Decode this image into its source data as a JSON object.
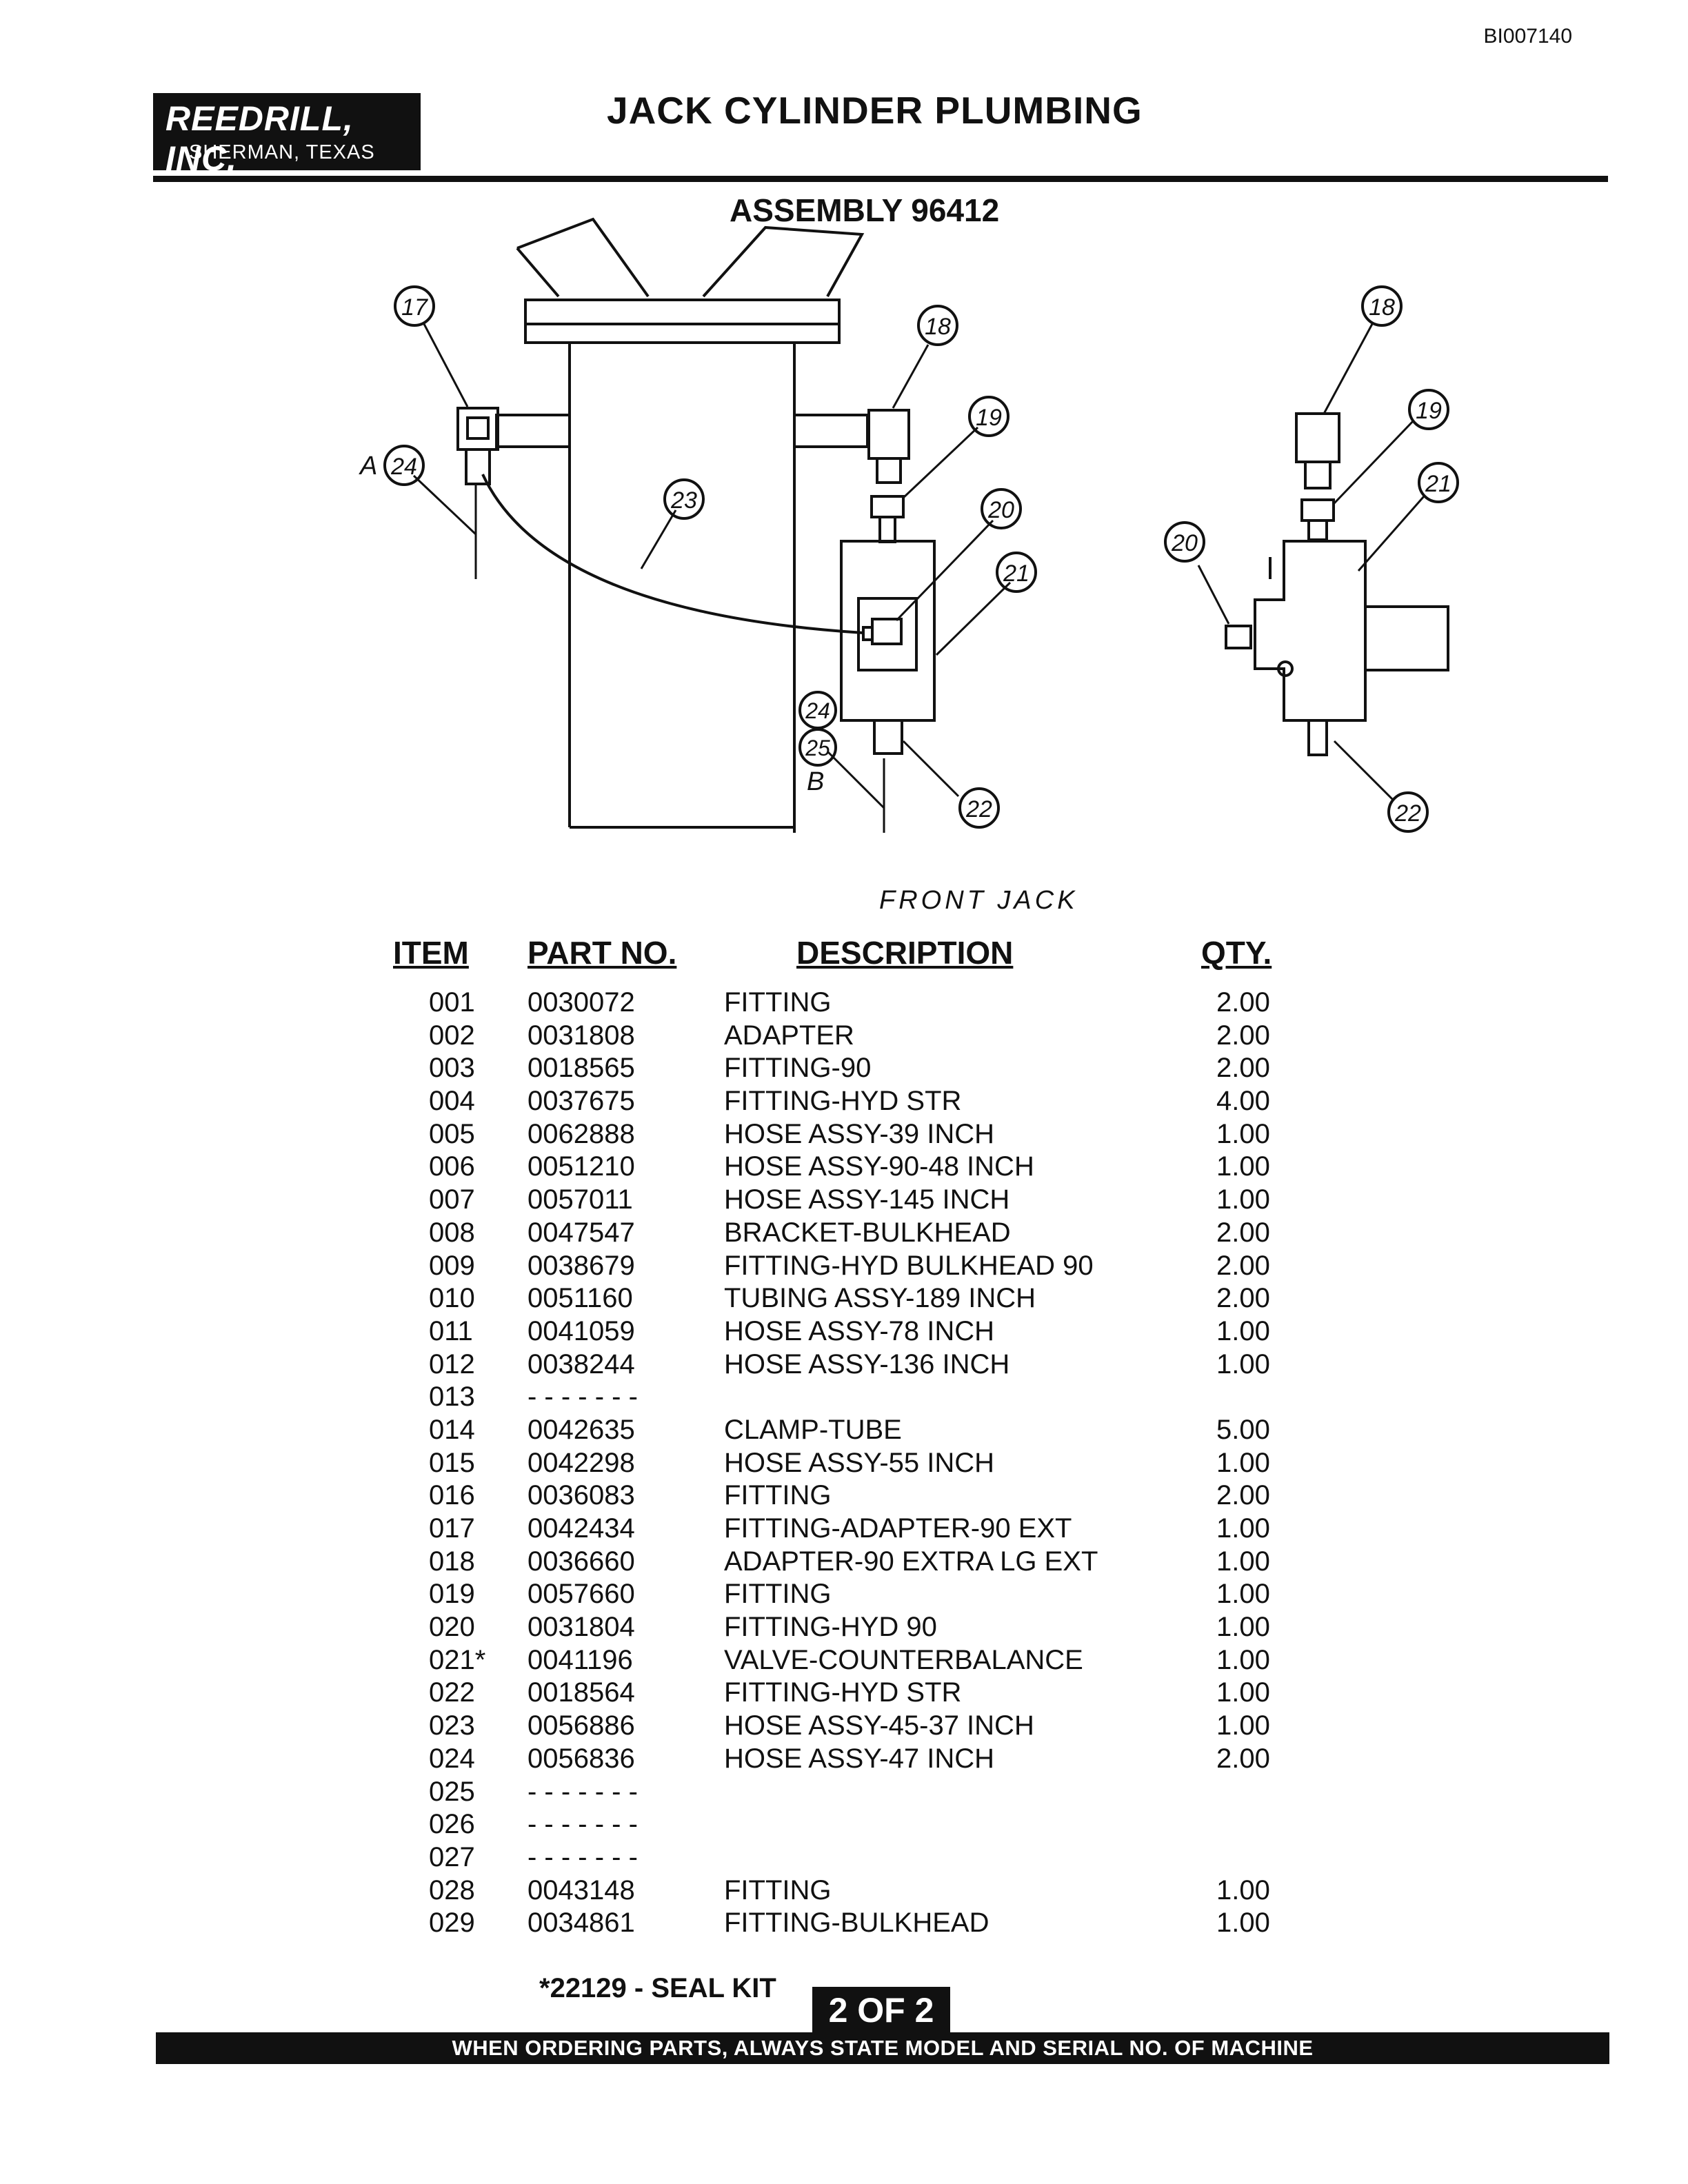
{
  "doc_id": "BI007140",
  "company": {
    "name": "REEDRILL, INC.",
    "location": "SHERMAN, TEXAS"
  },
  "title": "JACK CYLINDER PLUMBING",
  "assembly": "ASSEMBLY 96412",
  "drawing": {
    "caption": "FRONT JACK",
    "callouts_left": [
      "17",
      "18",
      "19",
      "20",
      "21",
      "22",
      "23",
      "24",
      "24",
      "25"
    ],
    "callouts_right": [
      "18",
      "19",
      "21",
      "20",
      "22"
    ],
    "letter_a": "A",
    "letter_b": "B"
  },
  "table": {
    "headers": {
      "item": "ITEM",
      "part": "PART NO.",
      "desc": "DESCRIPTION",
      "qty": "QTY."
    },
    "rows": [
      {
        "item": "001",
        "part": "0030072",
        "desc": "FITTING",
        "qty": "2.00"
      },
      {
        "item": "002",
        "part": "0031808",
        "desc": "ADAPTER",
        "qty": "2.00"
      },
      {
        "item": "003",
        "part": "0018565",
        "desc": "FITTING-90",
        "qty": "2.00"
      },
      {
        "item": "004",
        "part": "0037675",
        "desc": "FITTING-HYD STR",
        "qty": "4.00"
      },
      {
        "item": "005",
        "part": "0062888",
        "desc": "HOSE ASSY-39 INCH",
        "qty": "1.00"
      },
      {
        "item": "006",
        "part": "0051210",
        "desc": "HOSE ASSY-90-48 INCH",
        "qty": "1.00"
      },
      {
        "item": "007",
        "part": "0057011",
        "desc": "HOSE ASSY-145 INCH",
        "qty": "1.00"
      },
      {
        "item": "008",
        "part": "0047547",
        "desc": "BRACKET-BULKHEAD",
        "qty": "2.00"
      },
      {
        "item": "009",
        "part": "0038679",
        "desc": "FITTING-HYD BULKHEAD 90",
        "qty": "2.00"
      },
      {
        "item": "010",
        "part": "0051160",
        "desc": "TUBING ASSY-189 INCH",
        "qty": "2.00"
      },
      {
        "item": "011",
        "part": "0041059",
        "desc": "HOSE ASSY-78 INCH",
        "qty": "1.00"
      },
      {
        "item": "012",
        "part": "0038244",
        "desc": "HOSE ASSY-136 INCH",
        "qty": "1.00"
      },
      {
        "item": "013",
        "part": "- - - - - - -",
        "desc": "",
        "qty": ""
      },
      {
        "item": "014",
        "part": "0042635",
        "desc": "CLAMP-TUBE",
        "qty": "5.00"
      },
      {
        "item": "015",
        "part": "0042298",
        "desc": "HOSE ASSY-55 INCH",
        "qty": "1.00"
      },
      {
        "item": "016",
        "part": "0036083",
        "desc": "FITTING",
        "qty": "2.00"
      },
      {
        "item": "017",
        "part": "0042434",
        "desc": "FITTING-ADAPTER-90 EXT",
        "qty": "1.00"
      },
      {
        "item": "018",
        "part": "0036660",
        "desc": "ADAPTER-90 EXTRA LG EXT",
        "qty": "1.00"
      },
      {
        "item": "019",
        "part": "0057660",
        "desc": "FITTING",
        "qty": "1.00"
      },
      {
        "item": "020",
        "part": "0031804",
        "desc": "FITTING-HYD 90",
        "qty": "1.00"
      },
      {
        "item": "021*",
        "part": "0041196",
        "desc": "VALVE-COUNTERBALANCE",
        "qty": "1.00"
      },
      {
        "item": "022",
        "part": "0018564",
        "desc": "FITTING-HYD STR",
        "qty": "1.00"
      },
      {
        "item": "023",
        "part": "0056886",
        "desc": "HOSE ASSY-45-37 INCH",
        "qty": "1.00"
      },
      {
        "item": "024",
        "part": "0056836",
        "desc": "HOSE ASSY-47 INCH",
        "qty": "2.00"
      },
      {
        "item": "025",
        "part": "- - - - - - -",
        "desc": "",
        "qty": ""
      },
      {
        "item": "026",
        "part": "- - - - - - -",
        "desc": "",
        "qty": ""
      },
      {
        "item": "027",
        "part": "- - - - - - -",
        "desc": "",
        "qty": ""
      },
      {
        "item": "028",
        "part": "0043148",
        "desc": "FITTING",
        "qty": "1.00"
      },
      {
        "item": "029",
        "part": "0034861",
        "desc": "FITTING-BULKHEAD",
        "qty": "1.00"
      }
    ]
  },
  "seal_kit": "*22129 - SEAL KIT",
  "page": "2 OF 2",
  "footer": "WHEN ORDERING PARTS, ALWAYS STATE MODEL AND SERIAL NO. OF MACHINE"
}
